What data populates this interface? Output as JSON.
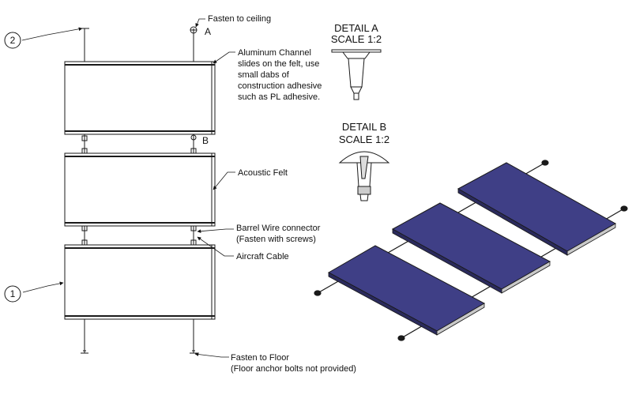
{
  "diagram": {
    "callouts": {
      "fasten_ceiling": "Fasten to ceiling",
      "detail_a_marker": "A",
      "detail_b_marker": "B",
      "aluminum_channel": [
        "Aluminum Channel",
        "slides on the felt, use",
        "small dabs of",
        "construction adhesive",
        "such as PL adhesive."
      ],
      "acoustic_felt": "Acoustic Felt",
      "barrel_wire": [
        "Barrel Wire connector",
        "(Fasten with screws)"
      ],
      "aircraft_cable": "Aircraft Cable",
      "fasten_floor": [
        "Fasten to Floor",
        "(Floor anchor bolts not provided)"
      ]
    },
    "balloons": [
      "2",
      "1"
    ],
    "detail_a": {
      "title": "DETAIL A",
      "scale": "SCALE 1:2"
    },
    "detail_b": {
      "title": "DETAIL B",
      "scale": "SCALE 1:2"
    },
    "colors": {
      "line": "#1a1a1a",
      "panel_face": "#3f3f86",
      "panel_edge": "#cfcfcf",
      "panel_dark": "#2a2a5c"
    }
  }
}
